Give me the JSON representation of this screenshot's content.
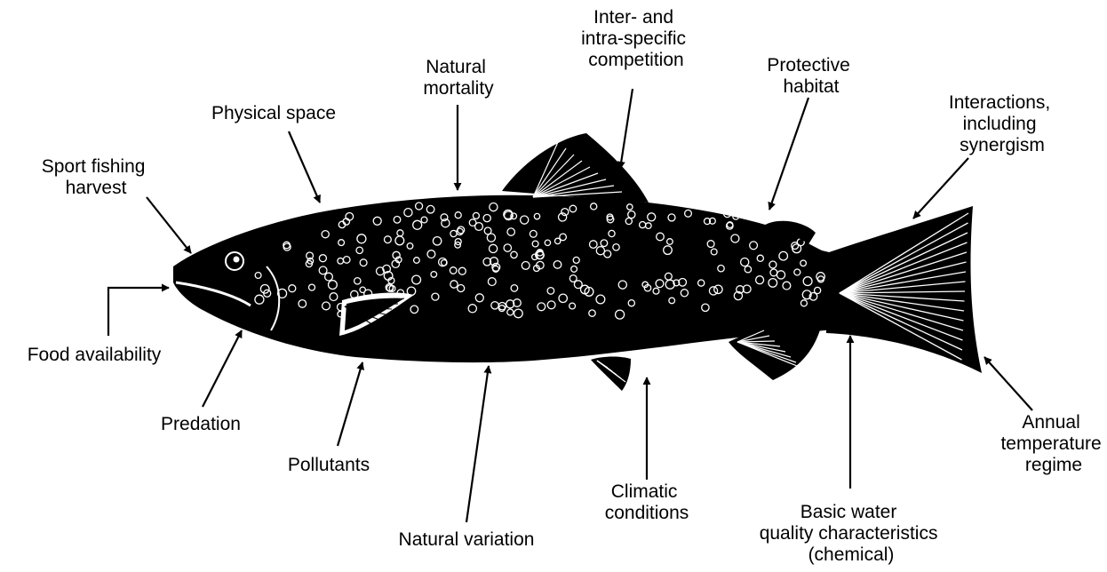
{
  "colors": {
    "ink": "#000000",
    "background": "#ffffff"
  },
  "labels": {
    "sport_fishing_harvest": [
      "Sport fishing",
      "harvest"
    ],
    "physical_space": [
      "Physical space"
    ],
    "natural_mortality": [
      "Natural",
      "mortality"
    ],
    "competition": [
      "Inter- and",
      "intra-specific",
      "competition"
    ],
    "protective_habitat": [
      "Protective",
      "habitat"
    ],
    "interactions": [
      "Interactions,",
      "including",
      "synergism"
    ],
    "food_availability": [
      "Food availability"
    ],
    "predation": [
      "Predation"
    ],
    "pollutants": [
      "Pollutants"
    ],
    "natural_variation": [
      "Natural variation"
    ],
    "climatic_conditions": [
      "Climatic",
      "conditions"
    ],
    "basic_water_quality": [
      "Basic water",
      "quality characteristics",
      "(chemical)"
    ],
    "annual_temperature": [
      "Annual",
      "temperature",
      "regime"
    ]
  }
}
